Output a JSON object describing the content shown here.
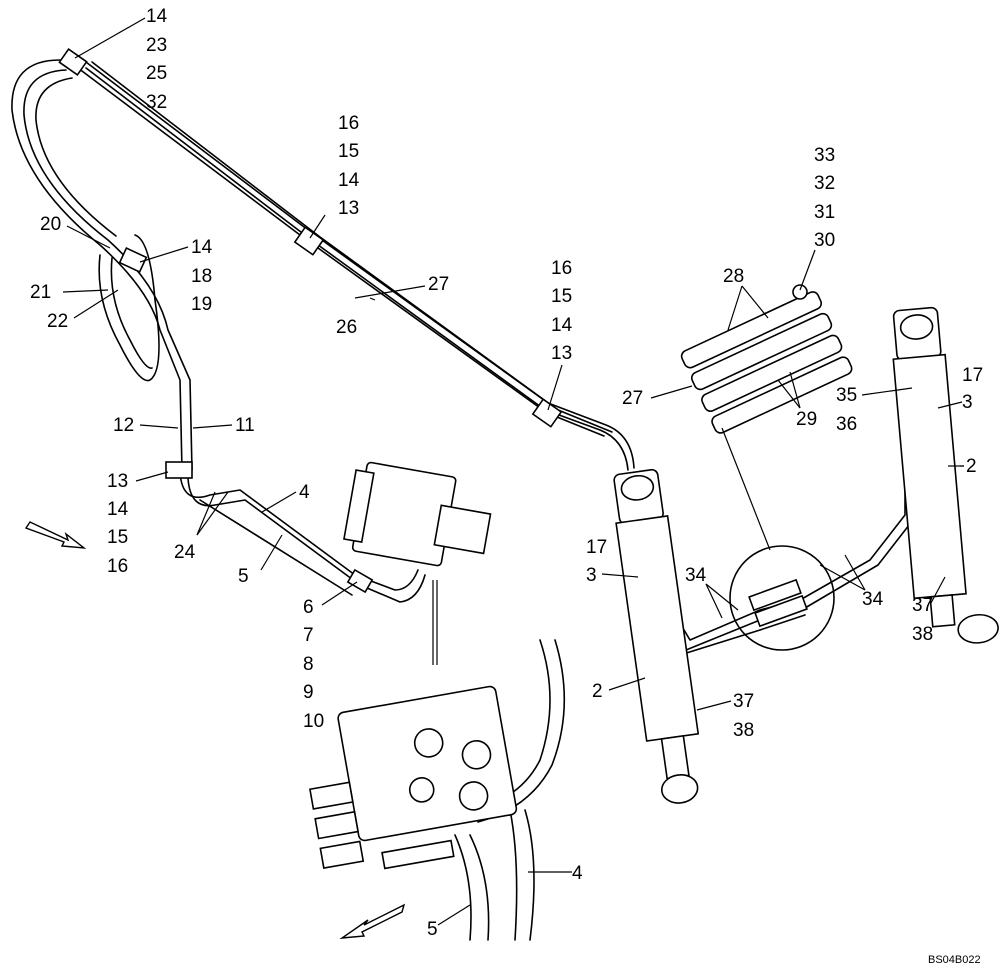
{
  "diagram": {
    "reference_code": "BS04B022",
    "callouts": [
      {
        "id": "c1",
        "label": "14"
      },
      {
        "id": "c2",
        "label": "23"
      },
      {
        "id": "c3",
        "label": "25"
      },
      {
        "id": "c4",
        "label": "32"
      },
      {
        "id": "c5",
        "label": "16"
      },
      {
        "id": "c6",
        "label": "15"
      },
      {
        "id": "c7",
        "label": "14"
      },
      {
        "id": "c8",
        "label": "13"
      },
      {
        "id": "c9",
        "label": "20"
      },
      {
        "id": "c10",
        "label": "14"
      },
      {
        "id": "c11",
        "label": "18"
      },
      {
        "id": "c12",
        "label": "19"
      },
      {
        "id": "c13",
        "label": "21"
      },
      {
        "id": "c14",
        "label": "22"
      },
      {
        "id": "c15",
        "label": "27"
      },
      {
        "id": "c16",
        "label": "26"
      },
      {
        "id": "c17",
        "label": "16"
      },
      {
        "id": "c18",
        "label": "15"
      },
      {
        "id": "c19",
        "label": "14"
      },
      {
        "id": "c20",
        "label": "13"
      },
      {
        "id": "c21",
        "label": "33"
      },
      {
        "id": "c22",
        "label": "32"
      },
      {
        "id": "c23",
        "label": "31"
      },
      {
        "id": "c24",
        "label": "30"
      },
      {
        "id": "c25",
        "label": "28"
      },
      {
        "id": "c26",
        "label": "27"
      },
      {
        "id": "c27",
        "label": "29"
      },
      {
        "id": "c28",
        "label": "17"
      },
      {
        "id": "c29",
        "label": "35"
      },
      {
        "id": "c30",
        "label": "3"
      },
      {
        "id": "c31",
        "label": "36"
      },
      {
        "id": "c32",
        "label": "2"
      },
      {
        "id": "c33",
        "label": "12"
      },
      {
        "id": "c34",
        "label": "11"
      },
      {
        "id": "c35",
        "label": "13"
      },
      {
        "id": "c36",
        "label": "14"
      },
      {
        "id": "c37",
        "label": "15"
      },
      {
        "id": "c38",
        "label": "16"
      },
      {
        "id": "c39",
        "label": "24"
      },
      {
        "id": "c40",
        "label": "4"
      },
      {
        "id": "c41",
        "label": "5"
      },
      {
        "id": "c42",
        "label": "6"
      },
      {
        "id": "c43",
        "label": "7"
      },
      {
        "id": "c44",
        "label": "8"
      },
      {
        "id": "c45",
        "label": "9"
      },
      {
        "id": "c46",
        "label": "10"
      },
      {
        "id": "c47",
        "label": "17"
      },
      {
        "id": "c48",
        "label": "3"
      },
      {
        "id": "c49",
        "label": "34"
      },
      {
        "id": "c50",
        "label": "34"
      },
      {
        "id": "c51",
        "label": "37"
      },
      {
        "id": "c52",
        "label": "38"
      },
      {
        "id": "c53",
        "label": "2"
      },
      {
        "id": "c54",
        "label": "37"
      },
      {
        "id": "c55",
        "label": "38"
      },
      {
        "id": "c56",
        "label": "4"
      },
      {
        "id": "c57",
        "label": "5"
      }
    ]
  }
}
